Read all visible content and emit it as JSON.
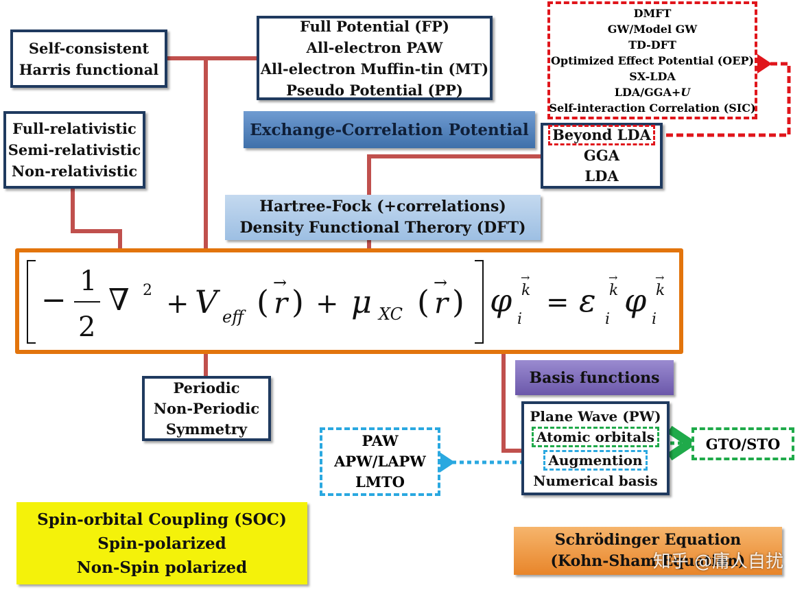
{
  "colors": {
    "connector": "#c0504d",
    "box_border": "#1f3a5f",
    "equation_border": "#e2740c",
    "xc_banner": "#4f81bd",
    "hf_banner": "#a8c6e4",
    "basis_banner": "#7f6bbd",
    "spin_box": "#f4f20a",
    "schrodinger_box": "#f19a3a",
    "red_dashed": "#e0151b",
    "blue_dashed": "#2aa8e0",
    "green_dashed": "#1faa4a"
  },
  "scf": {
    "line1": "Self-consistent",
    "line2": "Harris functional"
  },
  "potential": {
    "line1": "Full Potential (FP)",
    "line2": "All-electron PAW",
    "line3": "All-electron Muffin-tin (MT)",
    "line4": "Pseudo Potential (PP)"
  },
  "beyond": {
    "line1": "DMFT",
    "line2": "GW/Model GW",
    "line3": "TD-DFT",
    "line4": "Optimized Effect Potential (OEP)",
    "line5": "SX-LDA",
    "line6": "LDA/GGA+",
    "line6_u": "U",
    "line7": "Self-interaction Correlation (SIC)"
  },
  "relativity": {
    "line1": "Full-relativistic",
    "line2": "Semi-relativistic",
    "line3": "Non-relativistic"
  },
  "xc_banner": {
    "label": "Exchange-Correlation Potential"
  },
  "functionals": {
    "line1": "Beyond LDA",
    "line2": "GGA",
    "line3": "LDA"
  },
  "theory_banner": {
    "line1": "Hartree-Fock (+correlations)",
    "line2": "Density Functional Therory (DFT)"
  },
  "equation": {
    "minus": "−",
    "one": "1",
    "two": "2",
    "nabla": "∇",
    "sq": "2",
    "plus": "+",
    "V": "V",
    "eff": "eff",
    "lparen": "(",
    "r": "r",
    "rparen": ")",
    "arrow": "→",
    "mu": "μ",
    "xc": "XC",
    "phi": "φ",
    "i": "i",
    "k": "k",
    "eq": "=",
    "eps": "ε"
  },
  "boundary": {
    "line1": "Periodic",
    "line2": "Non-Periodic",
    "line3": "Symmetry"
  },
  "basis_banner": {
    "label": "Basis functions"
  },
  "basis": {
    "line1": "Plane Wave (PW)",
    "line2": "Atomic orbitals",
    "line3": "Augmention",
    "line4": "Numerical basis"
  },
  "gto": {
    "label": "GTO/STO"
  },
  "augment": {
    "line1": "PAW",
    "line2": "APW/LAPW",
    "line3": "LMTO"
  },
  "spin": {
    "line1": "Spin-orbital Coupling (SOC)",
    "line2": "Spin-polarized",
    "line3": "Non-Spin polarized"
  },
  "schrodinger": {
    "line1": "Schrödinger Equation",
    "line2": "(Kohn-Sham Equation)"
  },
  "watermark": {
    "label": "知乎 @庸人自扰"
  }
}
